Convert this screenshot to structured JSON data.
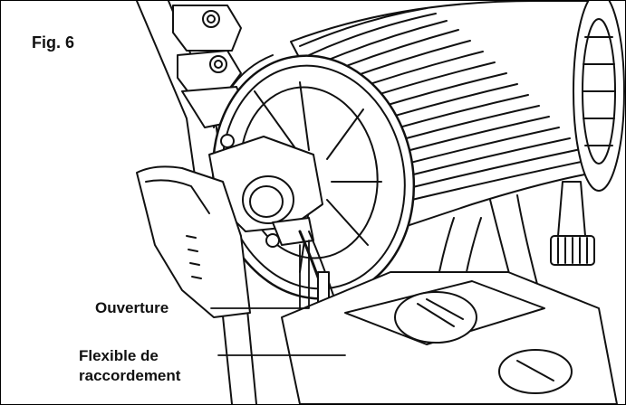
{
  "figure": {
    "title": "Fig. 6",
    "callouts": {
      "opening": "Ouverture",
      "hose_line1": "Flexible de",
      "hose_line2": "raccordement"
    },
    "colors": {
      "line": "#111111",
      "background": "#ffffff"
    }
  }
}
